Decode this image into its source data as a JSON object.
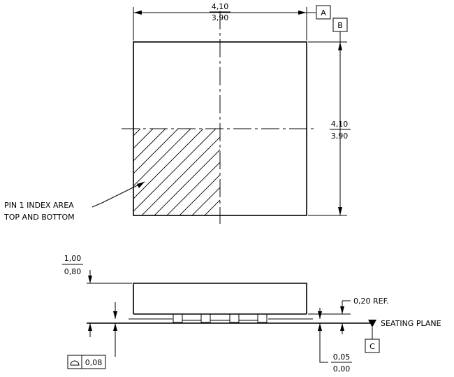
{
  "top_width": {
    "max": "4,10",
    "min": "3,90"
  },
  "datum_a": "A",
  "datum_b": "B",
  "right_height": {
    "max": "4,10",
    "min": "3,90"
  },
  "pin1_note": {
    "line1": "PIN 1 INDEX AREA",
    "line2": "TOP AND BOTTOM"
  },
  "side_height": {
    "max": "1,00",
    "min": "0,80"
  },
  "ref_dim": "0,20 REF.",
  "seating_plane": "SEATING PLANE",
  "datum_c": "C",
  "standoff": {
    "max": "0,05",
    "min": "0,00"
  },
  "flatness": {
    "symbol": "flatness-icon",
    "value": "0,08"
  }
}
